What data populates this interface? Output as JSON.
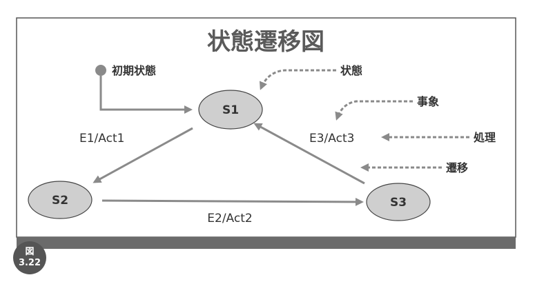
{
  "title": "状態遷移図",
  "initial_state_label": "初期状態",
  "states": [
    {
      "id": "S1",
      "label": "S1"
    },
    {
      "id": "S2",
      "label": "S2"
    },
    {
      "id": "S3",
      "label": "S3"
    }
  ],
  "transitions": [
    {
      "from": "S1",
      "to": "S2",
      "label": "E1/Act1"
    },
    {
      "from": "S2",
      "to": "S3",
      "label": "E2/Act2"
    },
    {
      "from": "S3",
      "to": "S1",
      "label": "E3/Act3"
    }
  ],
  "legend": {
    "state": "状態",
    "event": "事象",
    "action": "処理",
    "transition": "遷移"
  },
  "figure": {
    "prefix": "図",
    "number": "3.22"
  },
  "colors": {
    "state_fill": "#cfcfcf",
    "arrow": "#8a8a8a",
    "title": "#5a5a5a",
    "bar": "#6b6b6b",
    "badge": "#555555"
  }
}
